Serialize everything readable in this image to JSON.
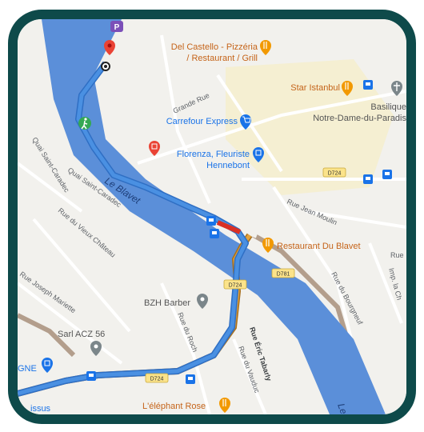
{
  "map": {
    "colors": {
      "water": "#5b8fd9",
      "route_primary": "#4a90e2",
      "route_alternative": "#e3a23c",
      "traffic_jam": "#d93025",
      "frame": "#0e4a4a"
    },
    "labels": {
      "del_castello_line1": "Del Castello - Pizzéria",
      "del_castello_line2": "/ Restaurant / Grill",
      "star_istanbul": "Star Istanbul",
      "basilique_line1": "Basilique",
      "basilique_line2": "Notre-Dame-du-Paradis",
      "carrefour": "Carrefour Express",
      "florenza_line1": "Florenza, Fleuriste",
      "florenza_line2": "Hennebont",
      "restaurant_blavet": "Restaurant Du Blavet",
      "bzh_barber": "BZH Barber",
      "sarl_acz": "Sarl ACZ 56",
      "elephant_rose": "L'éléphant Rose",
      "gne_partial": "GNE",
      "issus_partial": "issus",
      "river_name": "Le Blavet",
      "river_edge_partial": "Le",
      "street_grande_rue": "Grande Rue",
      "street_quai_saint_caradec": "Quai Saint-Caradec",
      "street_quai_saint_caradec_2": "Quai Saint-Caradec",
      "street_vieux_chateau": "Rue du Vieux Château",
      "street_joseph_mariette": "Rue Joseph Mariette",
      "street_jean_moulin": "Rue Jean Moulin",
      "street_du_bourgneuf": "Rue du Bourgneuf",
      "street_eric_tabarly": "Rue Éric Tabarly",
      "street_du_roch": "Rue du Roch",
      "street_du_vauduc": "Rue du Vauduc",
      "street_rue_partial": "Rue",
      "street_imp_partial": "Imp. la Ch"
    },
    "road_shields": {
      "d724_top": "D724",
      "d781": "D781",
      "d724_mid": "D724",
      "d724_bottom": "D724"
    }
  }
}
